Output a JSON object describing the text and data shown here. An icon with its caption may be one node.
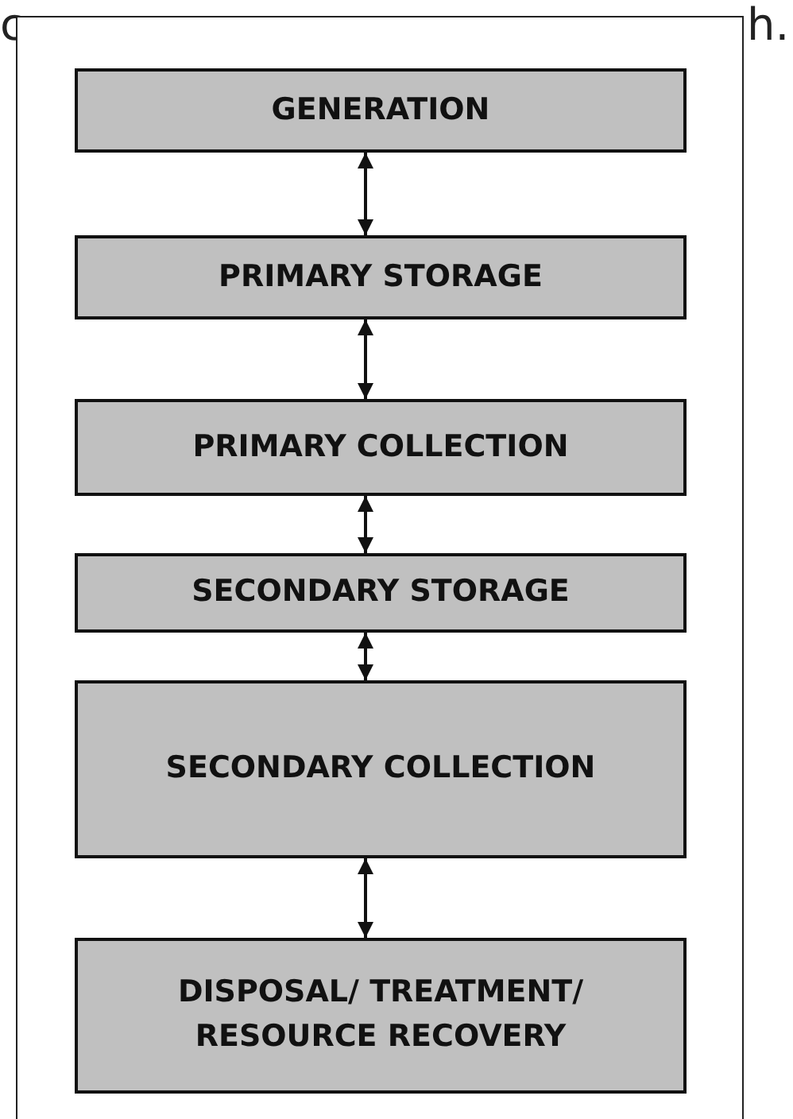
{
  "diagram": {
    "nodes": [
      {
        "text": [
          "GENERATION"
        ]
      },
      {
        "text": [
          "PRIMARY STORAGE"
        ]
      },
      {
        "text": [
          "PRIMARY COLLECTION"
        ]
      },
      {
        "text": [
          "SECONDARY STORAGE"
        ]
      },
      {
        "text": [
          "SECONDARY COLLECTION"
        ]
      },
      {
        "text": [
          "DISPOSAL/ TREATMENT/ RESOURCE RECOVERY"
        ]
      }
    ],
    "edges": [
      {
        "from": 0,
        "to": 1,
        "arrow": "both"
      },
      {
        "from": 1,
        "to": 2,
        "arrow": "both"
      },
      {
        "from": 2,
        "to": 3,
        "arrow": "both"
      },
      {
        "from": 3,
        "to": 4,
        "arrow": "both"
      },
      {
        "from": 4,
        "to": 5,
        "arrow": "both"
      }
    ],
    "labels": [
      "c",
      "h."
    ]
  }
}
